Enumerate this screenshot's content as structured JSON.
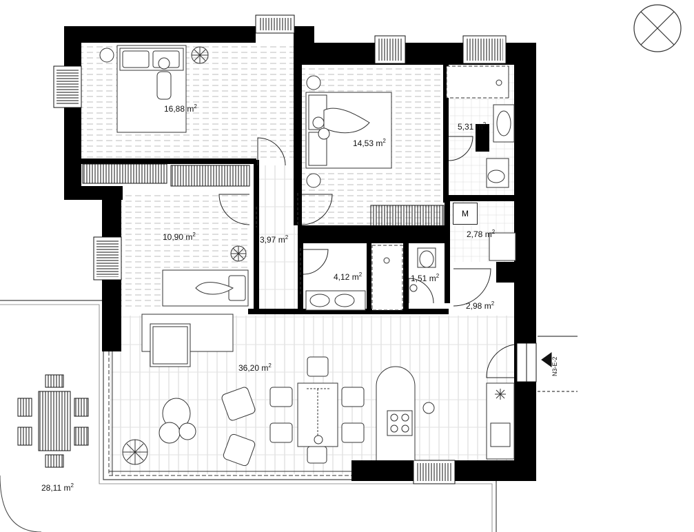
{
  "areas": {
    "bedroom_top_left": "16,88 m",
    "bedroom_master": "14,53 m",
    "bathroom_main": "5,31 m",
    "bedroom_small": "10,90 m",
    "corridor": "3,97 m",
    "utility": "2,78 m",
    "bath_small": "4,12 m",
    "wc": "1,51 m",
    "entrance_hall": "2,98 m",
    "living": "36,20 m",
    "terrace": "28,11 m",
    "sq": "2"
  },
  "markers": {
    "utility_box": "M",
    "section_ref": "N3-E-2"
  },
  "colors": {
    "wall": "#000000",
    "floor_hatch": "#c9c9c9",
    "furniture_stroke": "#333333"
  }
}
